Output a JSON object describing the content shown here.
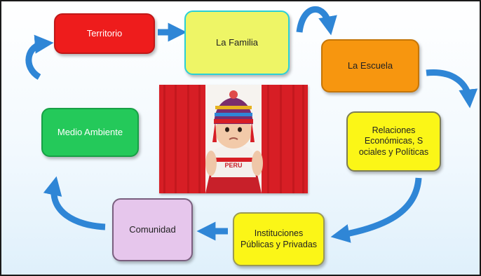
{
  "diagram": {
    "nodes": {
      "territorio": "Territorio",
      "la_familia": "La Familia",
      "la_escuela": "La Escuela",
      "relaciones": "Relaciones Económicas, S ociales y Políticas",
      "instituciones": "Instituciones Públicas y Privadas",
      "comunidad": "Comunidad",
      "medio_ambiente": "Medio Ambiente"
    },
    "photo": {
      "shirt_text": "PERU"
    }
  },
  "colors": {
    "arrow": "#2f86d6",
    "flag_red": "#d71e25",
    "territorio": "#ee1c1c",
    "la_familia": "#eef566",
    "la_escuela": "#f7960f",
    "relaciones": "#fbf617",
    "instituciones": "#fbf617",
    "comunidad": "#e6c6ec",
    "medio_ambiente": "#24c95a"
  }
}
